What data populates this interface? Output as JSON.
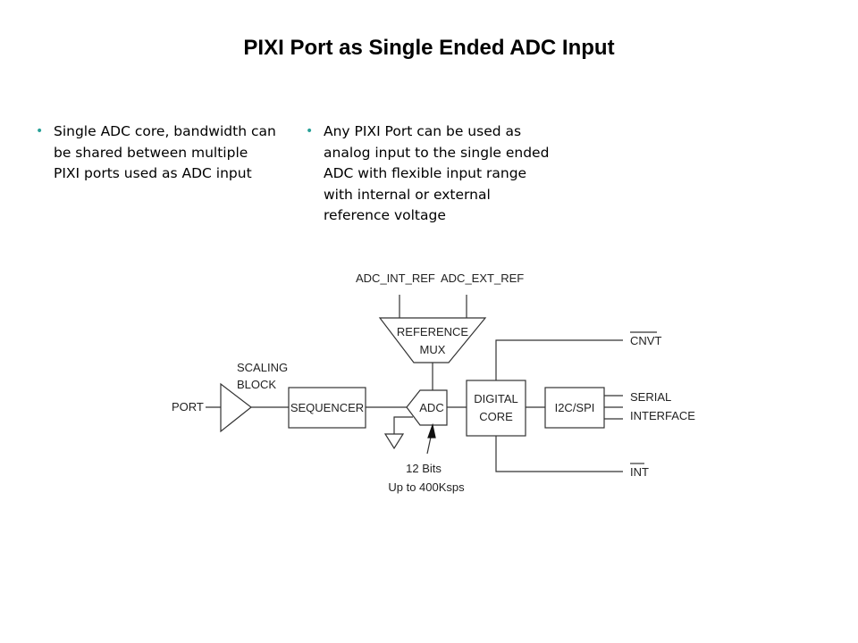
{
  "slide": {
    "title": "PIXI Port as Single Ended ADC Input",
    "bullets_left": [
      "Single ADC core, bandwidth can be shared between multiple PIXI ports used as ADC input"
    ],
    "bullets_right": [
      "Any PIXI Port can be used as analog input to the single ended ADC with flexible input range with internal or external reference voltage"
    ],
    "bullet_color": "#2aa198"
  },
  "diagram": {
    "labels": {
      "adc_int_ref": "ADC_INT_REF",
      "adc_ext_ref": "ADC_EXT_REF",
      "reference_line1": "REFERENCE",
      "reference_line2": "MUX",
      "scaling_line1": "SCALING",
      "scaling_line2": "BLOCK",
      "port": "PORT",
      "sequencer": "SEQUENCER",
      "adc": "ADC",
      "digital_line1": "DIGITAL",
      "digital_line2": "CORE",
      "i2c_spi": "I2C/SPI",
      "cnvt": "CNVT",
      "serial_line1": "SERIAL",
      "serial_line2": "INTERFACE",
      "int": "INT",
      "bits_line1": "12 Bits",
      "bits_line2": "Up to 400Ksps"
    }
  }
}
